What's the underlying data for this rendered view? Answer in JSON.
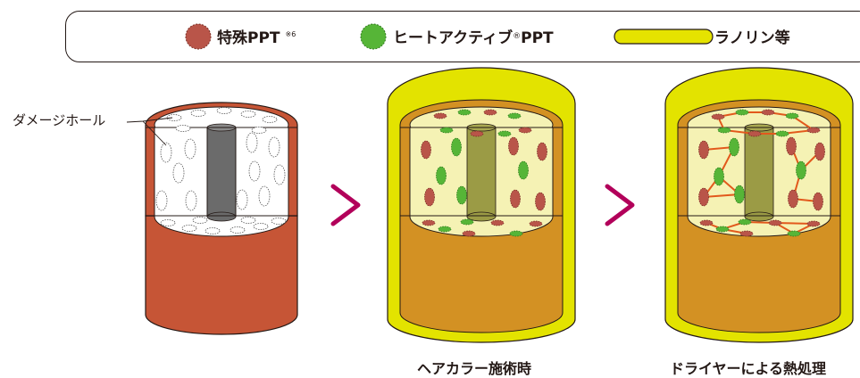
{
  "legend": {
    "special_ppt": {
      "label": "特殊PPT",
      "note": "※6",
      "color": "#b95549"
    },
    "heat_active_ppt": {
      "label_main": "ヒートアクティブ",
      "registered": "®",
      "label_tail": "PPT",
      "color": "#56b537"
    },
    "lanolin": {
      "label": "ラノリン等",
      "color": "#e5e300"
    }
  },
  "damage_hole_label": "ダメージホール",
  "captions": {
    "hair_color": "ヘアカラー施術時",
    "dryer_heat": "ドライヤーによる熱処理"
  },
  "colors": {
    "damaged_shell": "#c65536",
    "coated_shell": "#d39123",
    "lanolin_coat": "#e3e300",
    "arrow": "#b2005a",
    "medulla_gray": "#6b6b6b",
    "medulla_olive": "#9b9b45",
    "cortex_inner": "#f5f2b4",
    "bond_line": "#e2591c"
  }
}
